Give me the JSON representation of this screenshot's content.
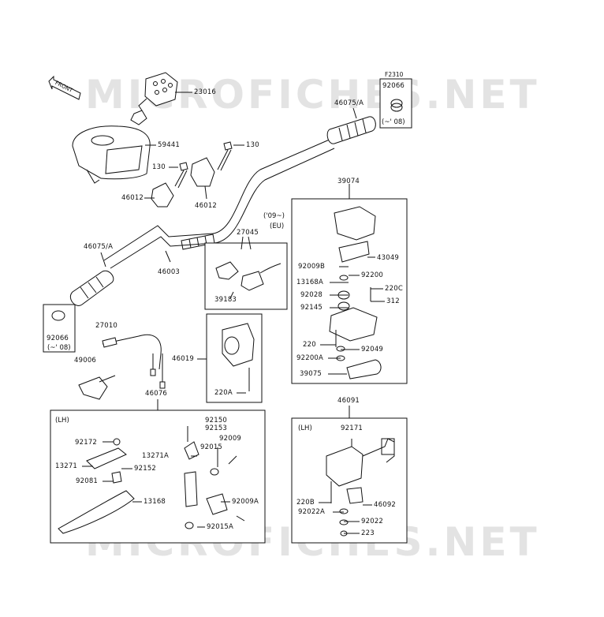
{
  "figure_code": "F2310",
  "watermark": "MICROFICHES.NET",
  "front_label": "FRONT",
  "box_labels": {
    "lh_lever": "(LH)",
    "lh_switch": "(LH)",
    "eu_note": "('09~)",
    "eu": "(EU)",
    "note_92066_top": "(~' 08)",
    "note_92066_left": "(~' 08)"
  },
  "callouts": [
    "23016",
    "59441",
    "130",
    "130",
    "46012",
    "46012",
    "46075/A",
    "92066",
    "46003",
    "46075/A",
    "92066",
    "27045",
    "39183",
    "39074",
    "43049",
    "92009B",
    "92200",
    "13168A",
    "220C",
    "92028",
    "312",
    "92145",
    "220",
    "92049",
    "92200A",
    "39075",
    "27010",
    "49006",
    "46019",
    "220A",
    "46076",
    "92150",
    "92153",
    "92172",
    "92009",
    "92015",
    "13271A",
    "13271",
    "92152",
    "92081",
    "13168",
    "92009A",
    "92015A",
    "46091",
    "92171",
    "220B",
    "46092",
    "92022A",
    "92022",
    "223"
  ]
}
